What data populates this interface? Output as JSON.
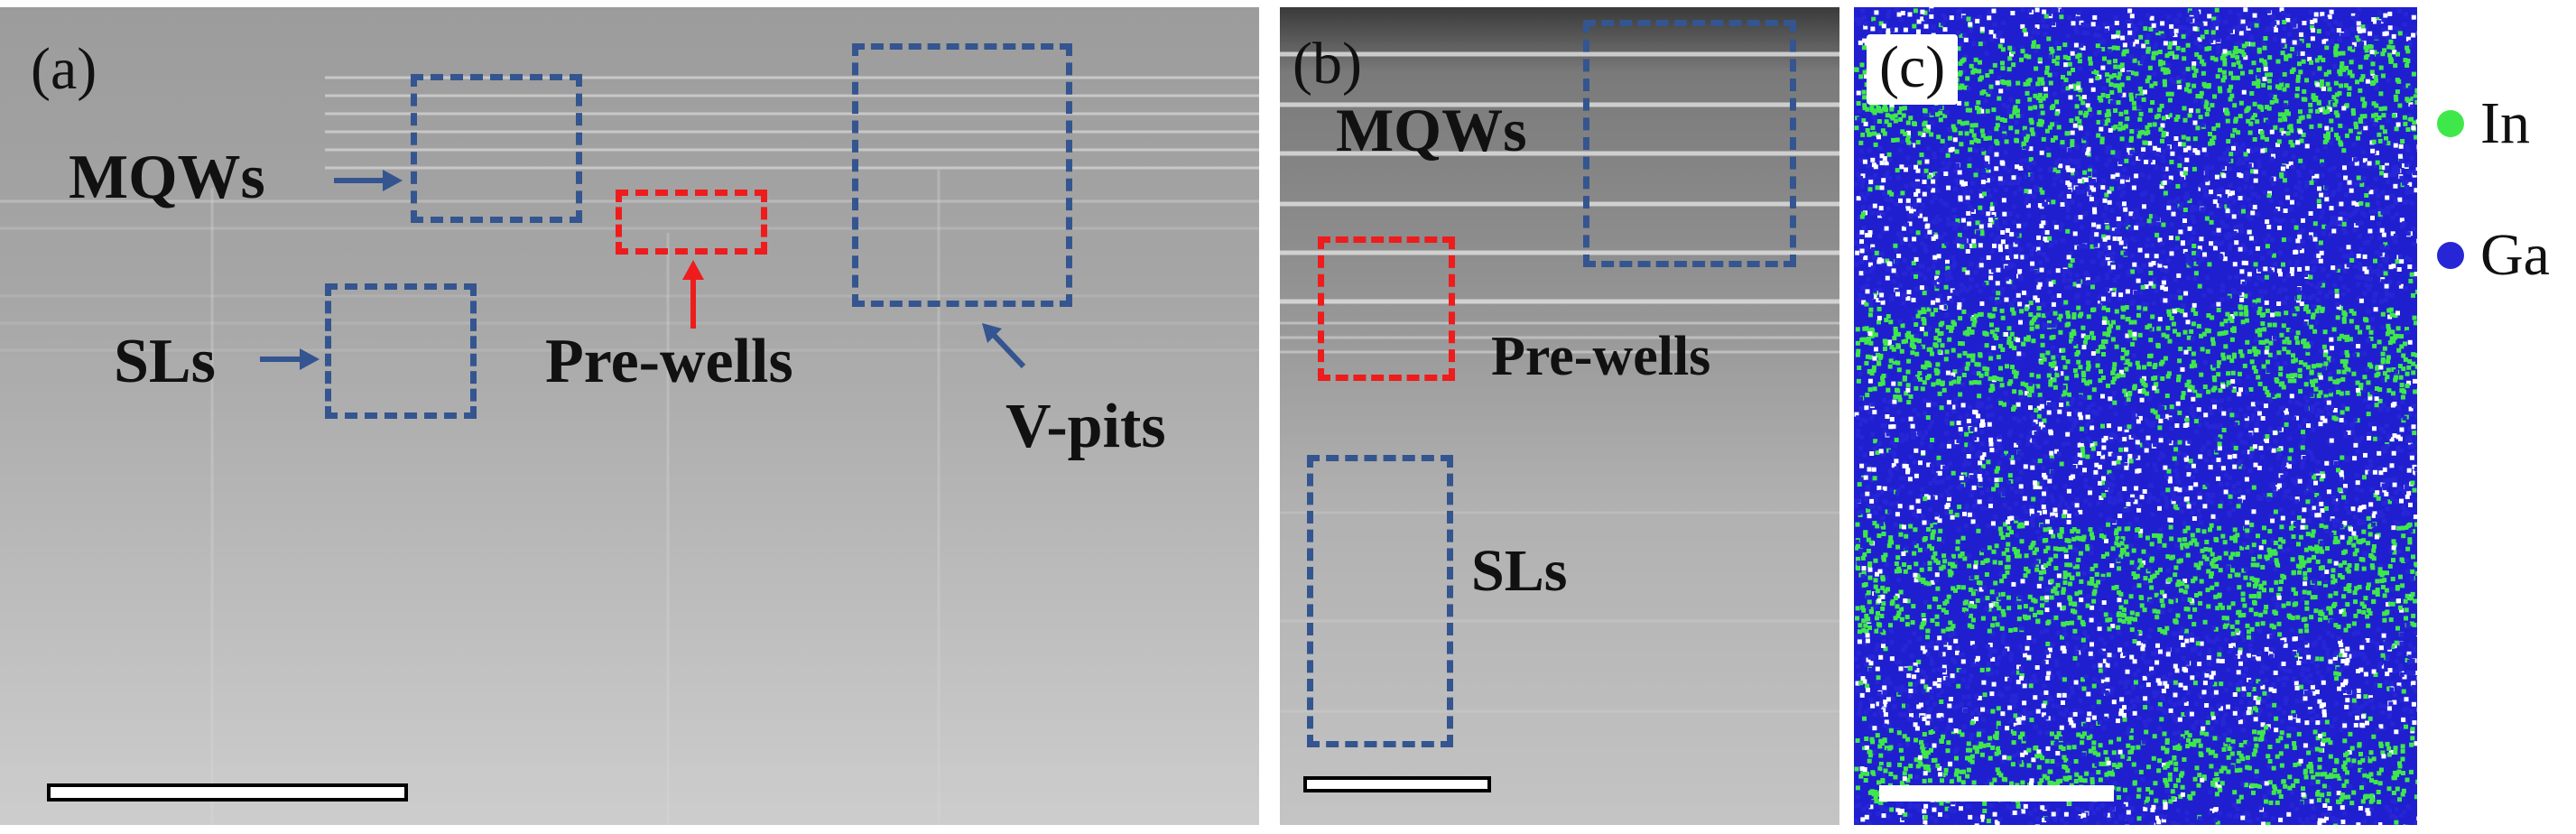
{
  "panel_a": {
    "label": "(a)",
    "annotations": {
      "mqws": "MQWs",
      "sls": "SLs",
      "prewells": "Pre-wells",
      "vpits": "V-pits"
    }
  },
  "panel_b": {
    "label": "(b)",
    "annotations": {
      "mqws": "MQWs",
      "prewells": "Pre-wells",
      "sls": "SLs"
    }
  },
  "panel_c": {
    "label": "(c)"
  },
  "legend": {
    "items": [
      {
        "label": "In",
        "color": "#3fe84a"
      },
      {
        "label": "Ga",
        "color": "#2626d6"
      }
    ]
  },
  "colors": {
    "box_blue": "#34558f",
    "box_red": "#ee1c1c",
    "arrow_blue": "#34558f",
    "arrow_red": "#ee1c1c",
    "indium_green": "#3fe84a",
    "gallium_blue": "#2626d6"
  }
}
